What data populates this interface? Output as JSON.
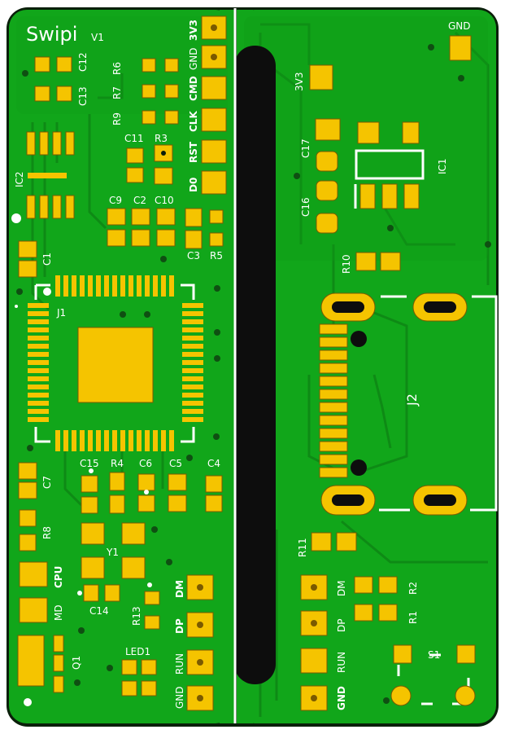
{
  "board": {
    "title": "Swipi",
    "version": "V1",
    "colors": {
      "pcb": "#11a61a",
      "pcb_edge": "#0a1f0a",
      "copper": "#f5c400",
      "silk": "#ffffff",
      "slot": "#0d0d0d",
      "trace": "#0e8a15"
    }
  },
  "left_header": {
    "pins": [
      "3V3",
      "GND",
      "CMD",
      "CLK",
      "RST",
      "D0"
    ]
  },
  "bottom_left_header": {
    "pins": [
      "DM",
      "DP",
      "RUN",
      "GND"
    ]
  },
  "bottom_right_header": {
    "pins": [
      "DM",
      "DP",
      "RUN",
      "GND"
    ]
  },
  "components": {
    "ic2": "IC2",
    "ic1": "IC1",
    "j1": "J1",
    "j2": "J2",
    "y1": "Y1",
    "q1": "Q1",
    "s1": "S1",
    "led1": "LED1",
    "cpu": "CPU",
    "md": "MD",
    "gnd_top": "GND",
    "v3v3": "3V3",
    "c1": "C1",
    "c2": "C2",
    "c3": "C3",
    "c4": "C4",
    "c5": "C5",
    "c6": "C6",
    "c7": "C7",
    "c9": "C9",
    "c10": "C10",
    "c11": "C11",
    "c12": "C12",
    "c13": "C13",
    "c14": "C14",
    "c15": "C15",
    "c16": "C16",
    "c17": "C17",
    "r1": "R1",
    "r2": "R2",
    "r3": "R3",
    "r4": "R4",
    "r5": "R5",
    "r6": "R6",
    "r7": "R7",
    "r8": "R8",
    "r9": "R9",
    "r10": "R10",
    "r11": "R11",
    "r13": "R13"
  }
}
